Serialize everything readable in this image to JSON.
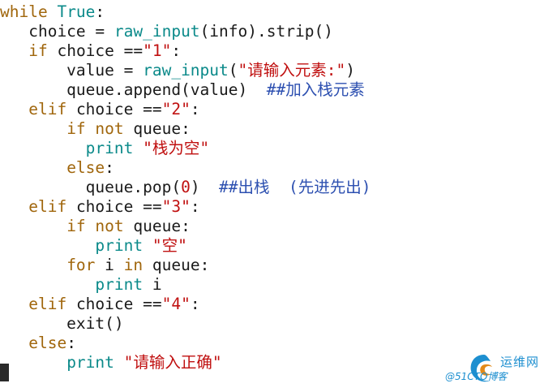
{
  "editor": {
    "lines": [
      [
        [
          "kw",
          "while"
        ],
        [
          "txt",
          " "
        ],
        [
          "cons",
          "True"
        ],
        [
          "txt",
          ":"
        ]
      ],
      [
        [
          "txt",
          "   choice = "
        ],
        [
          "cons",
          "raw_input"
        ],
        [
          "txt",
          "(info).strip()"
        ]
      ],
      [
        [
          "txt",
          "   "
        ],
        [
          "kw",
          "if"
        ],
        [
          "txt",
          " choice =="
        ],
        [
          "str",
          "\"1\""
        ],
        [
          "txt",
          ":"
        ]
      ],
      [
        [
          "txt",
          "       value = "
        ],
        [
          "cons",
          "raw_input"
        ],
        [
          "txt",
          "("
        ],
        [
          "str",
          "\"请输入元素:\""
        ],
        [
          "txt",
          ")"
        ]
      ],
      [
        [
          "txt",
          "       queue.append(value)  "
        ],
        [
          "cmt",
          "##加入栈元素"
        ]
      ],
      [
        [
          "txt",
          "   "
        ],
        [
          "kw",
          "elif"
        ],
        [
          "txt",
          " choice =="
        ],
        [
          "str",
          "\"2\""
        ],
        [
          "txt",
          ":"
        ]
      ],
      [
        [
          "txt",
          "       "
        ],
        [
          "kw",
          "if not"
        ],
        [
          "txt",
          " queue:"
        ]
      ],
      [
        [
          "txt",
          "         "
        ],
        [
          "cons",
          "print"
        ],
        [
          "txt",
          " "
        ],
        [
          "str",
          "\"栈为空\""
        ]
      ],
      [
        [
          "txt",
          "       "
        ],
        [
          "kw",
          "else"
        ],
        [
          "txt",
          ":"
        ]
      ],
      [
        [
          "txt",
          "         queue.pop("
        ],
        [
          "str",
          "0"
        ],
        [
          "txt",
          ")  "
        ],
        [
          "cmt",
          "##出栈  (先进先出)"
        ]
      ],
      [
        [
          "txt",
          "   "
        ],
        [
          "kw",
          "elif"
        ],
        [
          "txt",
          " choice =="
        ],
        [
          "str",
          "\"3\""
        ],
        [
          "txt",
          ":"
        ]
      ],
      [
        [
          "txt",
          "       "
        ],
        [
          "kw",
          "if not"
        ],
        [
          "txt",
          " queue:"
        ]
      ],
      [
        [
          "txt",
          "          "
        ],
        [
          "cons",
          "print"
        ],
        [
          "txt",
          " "
        ],
        [
          "str",
          "\"空\""
        ]
      ],
      [
        [
          "txt",
          "       "
        ],
        [
          "kw",
          "for"
        ],
        [
          "txt",
          " i "
        ],
        [
          "kw",
          "in"
        ],
        [
          "txt",
          " queue:"
        ]
      ],
      [
        [
          "txt",
          "          "
        ],
        [
          "cons",
          "print"
        ],
        [
          "txt",
          " i"
        ]
      ],
      [
        [
          "txt",
          "   "
        ],
        [
          "kw",
          "elif"
        ],
        [
          "txt",
          " choice =="
        ],
        [
          "str",
          "\"4\""
        ],
        [
          "txt",
          ":"
        ]
      ],
      [
        [
          "txt",
          "       exit()"
        ]
      ],
      [
        [
          "txt",
          "   "
        ],
        [
          "kw",
          "else"
        ],
        [
          "txt",
          ":"
        ]
      ],
      [
        [
          "txt",
          "       "
        ],
        [
          "cons",
          "print"
        ],
        [
          "txt",
          " "
        ],
        [
          "str",
          "\"请输入正确\""
        ]
      ]
    ]
  },
  "watermark": {
    "brand": "运维网",
    "site": "@51CTO博客"
  },
  "colors": {
    "keyword": "#a0660c",
    "constant": "#0b8a8a",
    "string": "#c01010",
    "comment": "#2c4fb0",
    "text": "#1a1a1a",
    "cursor": "#2a2a2a",
    "watermark": "#1d8fd0"
  }
}
